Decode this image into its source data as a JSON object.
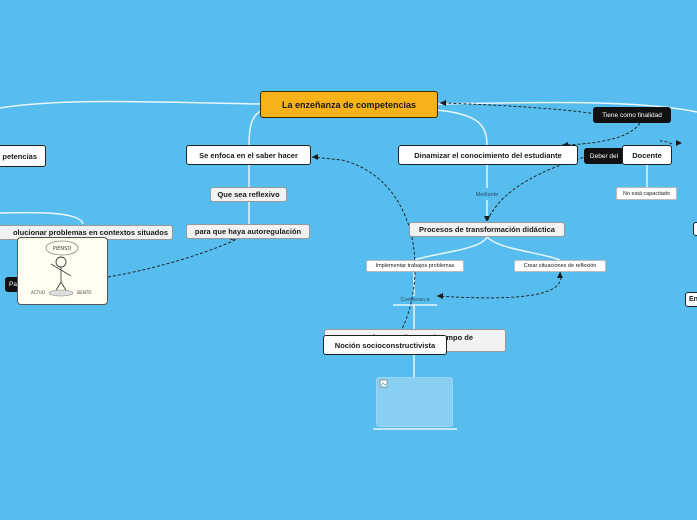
{
  "nodes": {
    "main": "La enzeñanza de competencias",
    "enfoca": "Se enfoca en el saber hacer",
    "dinamizar": "Dinamizar el conocimiento del estudiante",
    "tiene": "Tiene como finalidad",
    "deber": "Deber del",
    "docente": "Docente",
    "no_capacitado": "No está capacitado",
    "competencias_left": "petencias",
    "reflexivo": "Que sea reflexivo",
    "autoregulacion": "para que haya autoregulación",
    "solucionar": "olucionar problemas en contextos situados",
    "mediante": "Mediante",
    "procesos": "Procesos de transformación didáctica",
    "implementar": "Implementar trabajos problemas",
    "crear": "Crear situaciones de reflexión",
    "conllevan": "Conllevan a",
    "hidden": "Promover a los estudiantes el campo de",
    "nocion": "Noción socioconstructivista",
    "pa": "Pa",
    "right1": "En"
  },
  "image": {
    "title_text": "PIENSO",
    "left_text": "ACTUO",
    "right_text": "SIENTO"
  },
  "colors": {
    "background": "#56bdee",
    "main_node": "#f7b21a"
  }
}
